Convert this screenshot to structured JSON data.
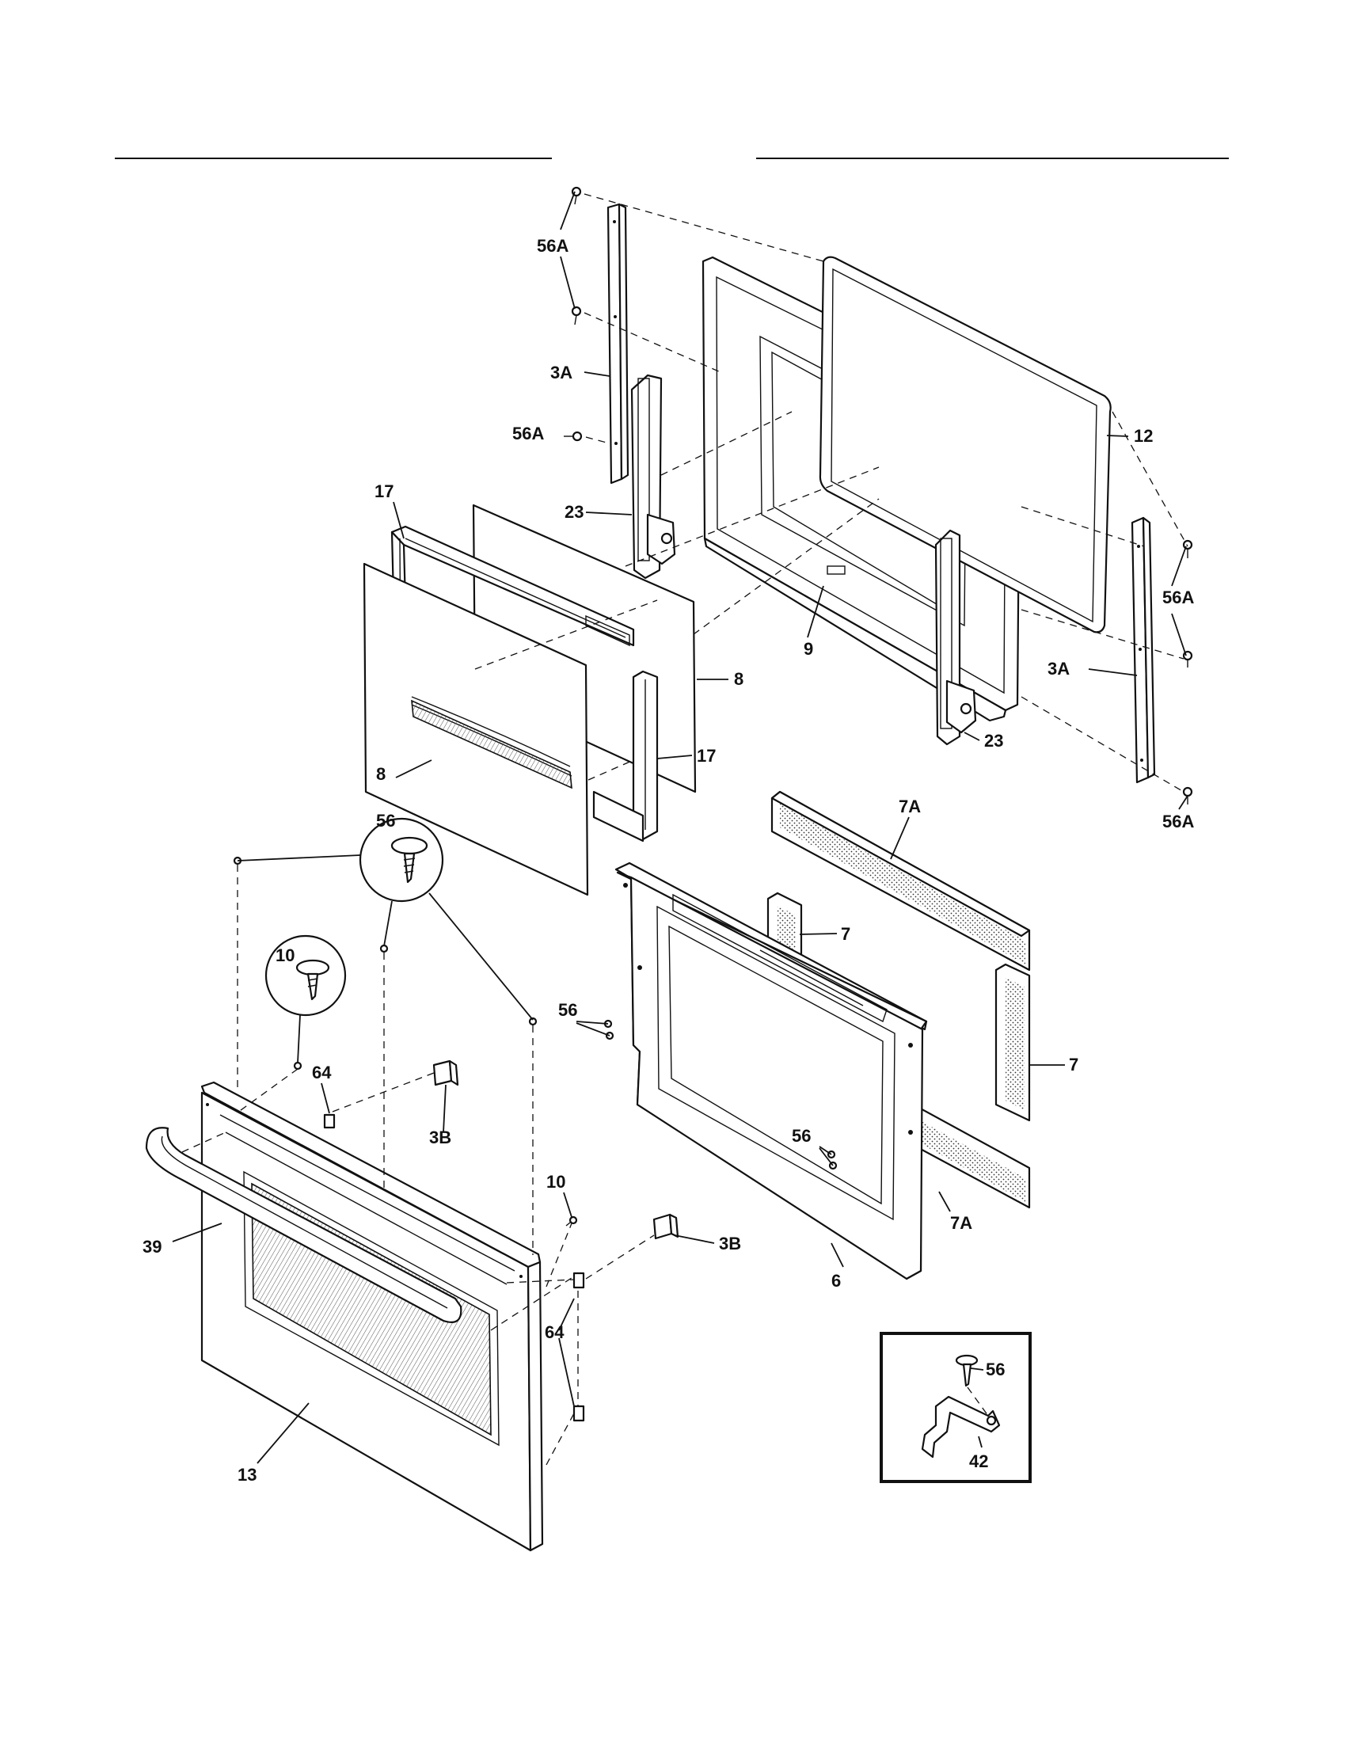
{
  "labels": {
    "l_56a_1": "56A",
    "l_3a_1": "3A",
    "l_56a_2": "56A",
    "l_23_1": "23",
    "l_12": "12",
    "l_17_1": "17",
    "l_8_1": "8",
    "l_9": "9",
    "l_56a_3": "56A",
    "l_3a_2": "3A",
    "l_8_2": "8",
    "l_17_2": "17",
    "l_23_2": "23",
    "l_56a_4": "56A",
    "l_7a_1": "7A",
    "l_56_circle": "56",
    "l_7_1": "7",
    "l_10_circle": "10",
    "l_56_1": "56",
    "l_7_2": "7",
    "l_64_1": "64",
    "l_3b_1": "3B",
    "l_56_2": "56",
    "l_10_2": "10",
    "l_7a_2": "7A",
    "l_39": "39",
    "l_3b_2": "3B",
    "l_6": "6",
    "l_64_2": "64",
    "l_56_3": "56",
    "l_42": "42",
    "l_13": "13"
  }
}
